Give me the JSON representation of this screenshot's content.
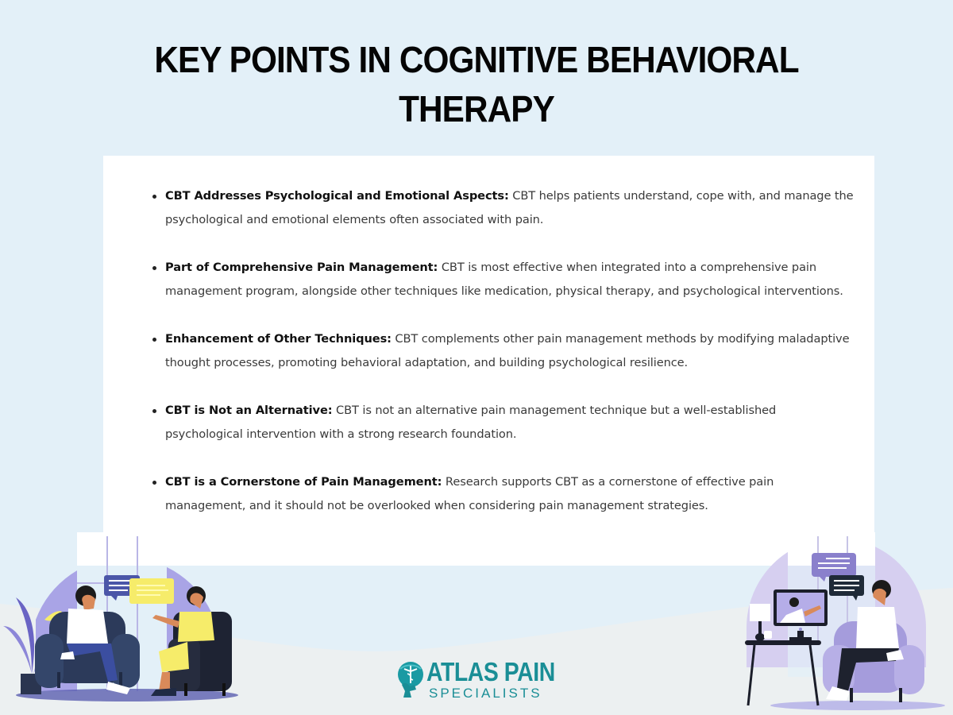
{
  "page": {
    "title_line1": "KEY POINTS IN COGNITIVE BEHAVIORAL",
    "title_line2": "THERAPY"
  },
  "key_points": [
    {
      "heading": "CBT Addresses Psychological and Emotional Aspects:",
      "text": " CBT helps patients understand, cope with, and manage the psychological and emotional elements often associated with pain."
    },
    {
      "heading": "Part of Comprehensive Pain Management:",
      "text": " CBT is most effective when integrated into a comprehensive pain management program, alongside other techniques like medication, physical therapy, and psychological interventions."
    },
    {
      "heading": "Enhancement of Other Techniques:",
      "text": " CBT complements other pain management methods by modifying maladaptive thought processes, promoting behavioral adaptation, and building psychological resilience."
    },
    {
      "heading": "CBT is Not an Alternative:",
      "text": " CBT is not an alternative pain management technique but a well-established psychological intervention with a strong research foundation."
    },
    {
      "heading": "CBT is a Cornerstone of Pain Management:",
      "text": " Research supports CBT as a cornerstone of effective pain management, and it should not be overlooked when considering pain management strategies."
    }
  ],
  "logo": {
    "main": "ATLAS PAIN",
    "sub": "SPECIALISTS",
    "icon": "atlas-caduceus-icon"
  },
  "illustrations": {
    "left": "in-person-therapy-session",
    "right": "online-therapy-session"
  },
  "colors": {
    "background": "#e3f0f8",
    "bottom_band": "#ecf0f1",
    "card": "#ffffff",
    "title": "#050505",
    "brand_teal": "#1a8e96",
    "accent_purple": "#a9a4e6",
    "accent_lavender": "#c9bfe8",
    "accent_yellow": "#f6ec6a",
    "navy": "#1f2a44"
  }
}
